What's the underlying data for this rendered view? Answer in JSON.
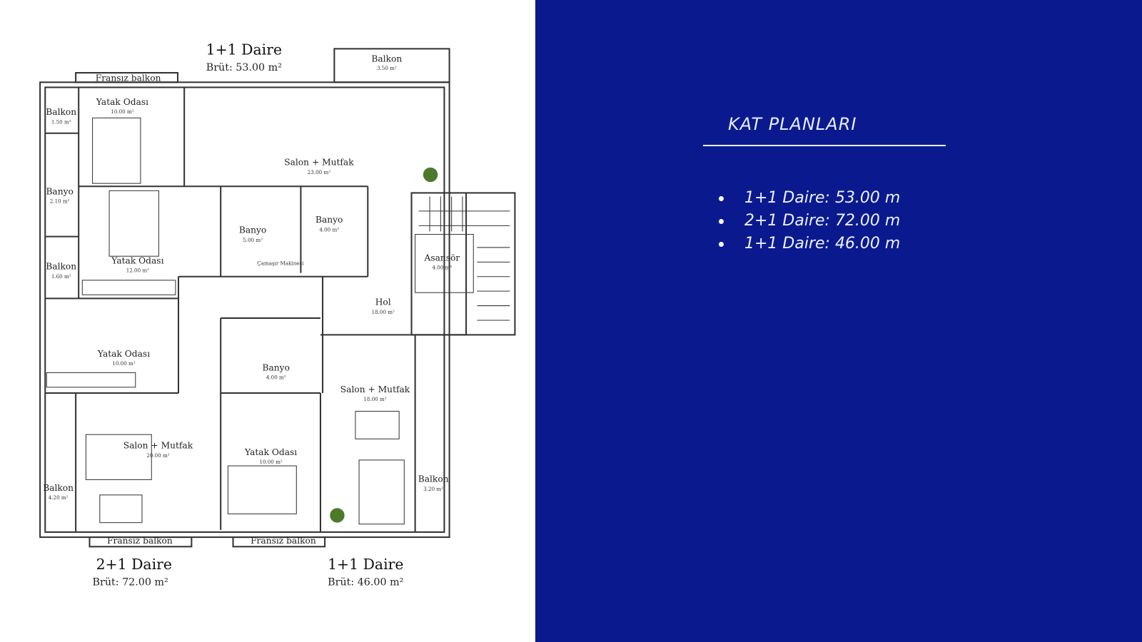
{
  "slide": {
    "title": "KAT PLANLARI",
    "items": [
      "1+1 Daire: 53.00  m",
      "2+1 Daire: 72.00  m",
      "1+1 Daire: 46.00  m"
    ],
    "background_color": "#0a1a8e"
  },
  "floor_plan": {
    "units": [
      {
        "name": "1+1 Daire",
        "area": "Brüt: 53.00 m²"
      },
      {
        "name": "2+1 Daire",
        "area": "Brüt: 72.00 m²"
      },
      {
        "name": "1+1 Daire",
        "area": "Brüt: 46.00 m²"
      }
    ],
    "rooms": [
      {
        "label": "Fransız balkon",
        "area": ""
      },
      {
        "label": "Balkon",
        "area": "3.50 m²"
      },
      {
        "label": "Balkon",
        "area": "1.50 m²"
      },
      {
        "label": "Yatak Odası",
        "area": "10.00 m²"
      },
      {
        "label": "Salon + Mutfak",
        "area": "23.00 m²"
      },
      {
        "label": "Banyo",
        "area": "2.10 m²"
      },
      {
        "label": "Banyo",
        "area": "5.00 m²"
      },
      {
        "label": "Banyo",
        "area": "4.00 m²"
      },
      {
        "label": "Yatak Odası",
        "area": "12.00 m²"
      },
      {
        "label": "Balkon",
        "area": "1.60 m²"
      },
      {
        "label": "Asansör",
        "area": "4.00 m²"
      },
      {
        "label": "Hol",
        "area": "18.00 m²"
      },
      {
        "label": "Yatak Odası",
        "area": "10.00 m²"
      },
      {
        "label": "Banyo",
        "area": "4.00 m²"
      },
      {
        "label": "Salon + Mutfak",
        "area": "18.00 m²"
      },
      {
        "label": "Salon + Mutfak",
        "area": "20.00 m²"
      },
      {
        "label": "Yatak Odası",
        "area": "10.00 m²"
      },
      {
        "label": "Balkon",
        "area": "4.20 m²"
      },
      {
        "label": "Balkon",
        "area": "3.20 m²"
      },
      {
        "label": "Fransız balkon",
        "area": ""
      },
      {
        "label": "Fransız balkon",
        "area": ""
      }
    ],
    "misc_label": "Çamaşır Makinesi"
  }
}
